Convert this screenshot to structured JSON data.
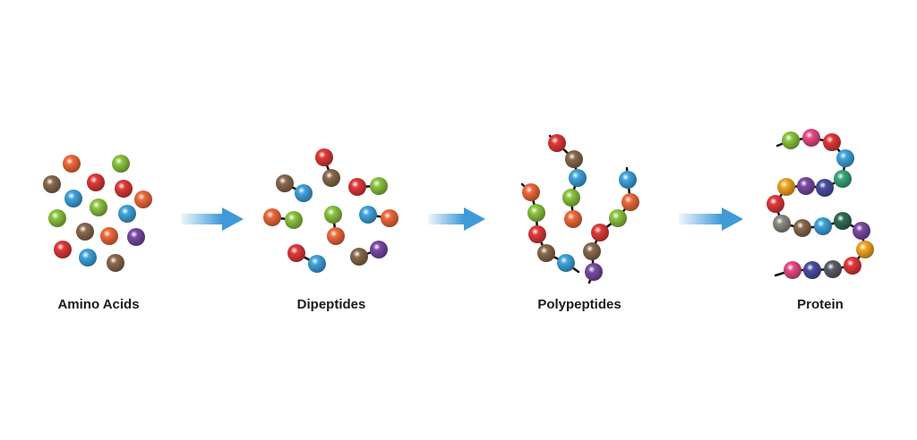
{
  "stages": [
    {
      "label": "Amino Acids"
    },
    {
      "label": "Dipeptides"
    },
    {
      "label": "Polypeptides"
    },
    {
      "label": "Protein"
    }
  ],
  "colors": {
    "orange": "#f26a3b",
    "red": "#e4393b",
    "green": "#8dc63f",
    "blue": "#3fa4e0",
    "brown": "#8b6a4e",
    "purple": "#7b4aa6",
    "navy": "#4a4fa2",
    "pink": "#e94b86",
    "teal": "#3aa87a",
    "gray": "#8f8a84",
    "yellow": "#f5a623",
    "darkgreen": "#2f6e52",
    "slate": "#5c5f68",
    "arrow": "#3f9ad8",
    "bond": "#111111"
  }
}
